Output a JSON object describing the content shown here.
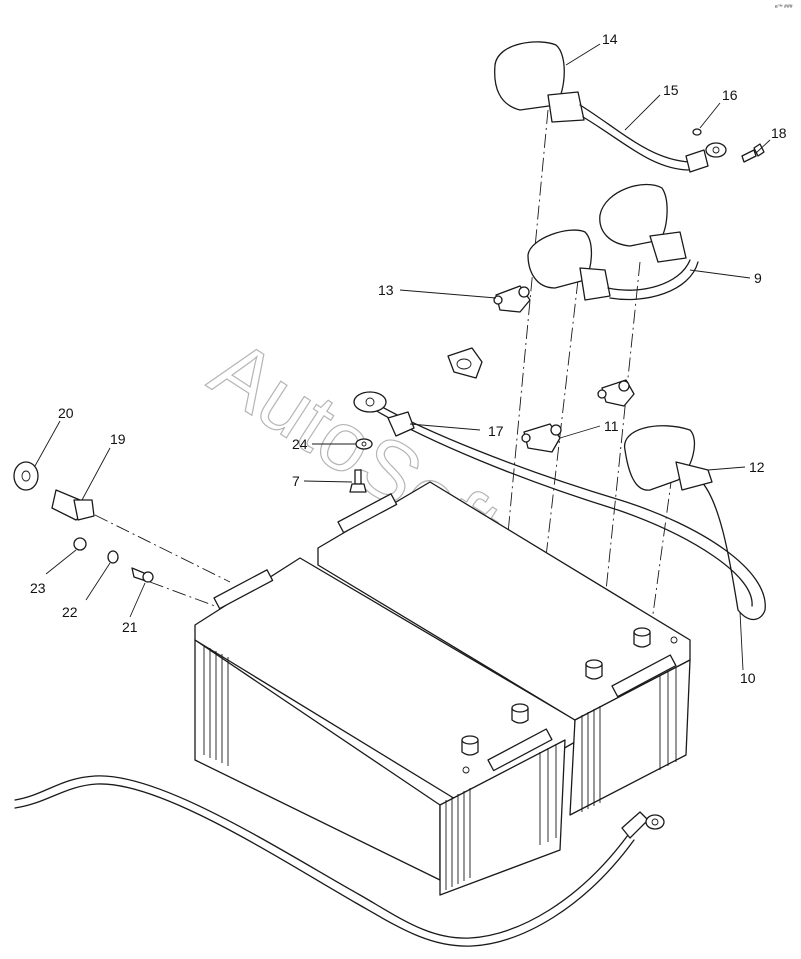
{
  "watermark": "AutoSoft",
  "corner_mark": "e™ ###",
  "callouts": {
    "c7": "7",
    "c9": "9",
    "c10": "10",
    "c11": "11",
    "c12": "12",
    "c13": "13",
    "c14": "14",
    "c15": "15",
    "c16": "16",
    "c17": "17",
    "c18": "18",
    "c19": "19",
    "c20": "20",
    "c21": "21",
    "c22": "22",
    "c23": "23",
    "c24": "24"
  }
}
